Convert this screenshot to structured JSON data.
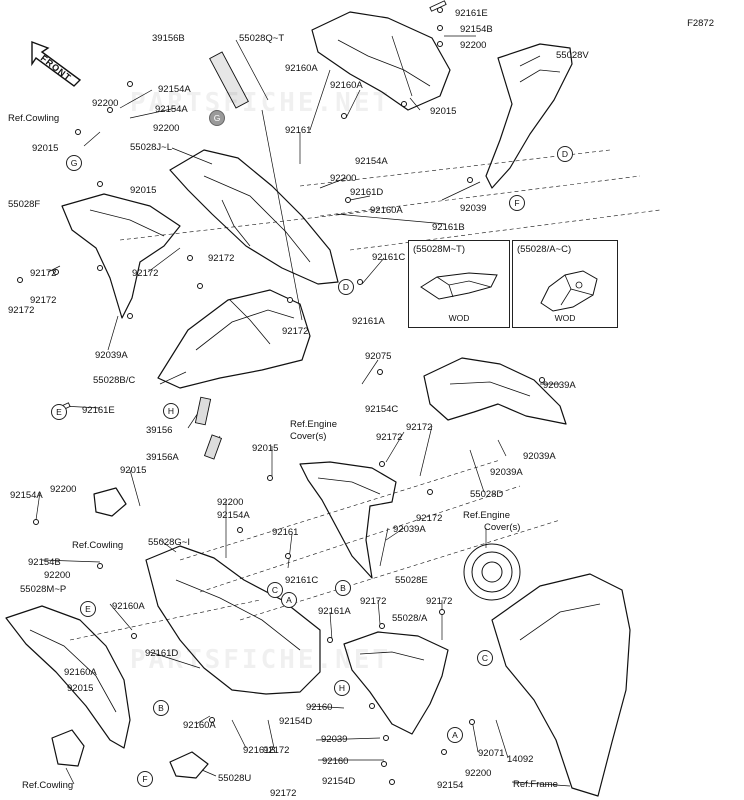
{
  "diagram_code": "F2872",
  "front_label": "FRONT",
  "watermarks": [
    "PARTSFICHE.NET",
    "PARTSFICHE.NET"
  ],
  "inset_boxes": [
    {
      "title": "(55028M~T)",
      "caption": "WOD"
    },
    {
      "title": "(55028/A~C)",
      "caption": "WOD"
    }
  ],
  "callouts": [
    "D",
    "F",
    "G",
    "G",
    "D",
    "H",
    "E",
    "C",
    "A",
    "B",
    "E",
    "B",
    "F",
    "C",
    "A",
    "H"
  ],
  "labels": [
    "92161E",
    "39156B",
    "55028Q~T",
    "92154B",
    "92200",
    "55028V",
    "92160A",
    "92160A",
    "92015",
    "92154A",
    "92200",
    "92154A",
    "Ref.Cowling",
    "92200",
    "92015",
    "92161",
    "55028J~L",
    "92200",
    "92154A",
    "92015",
    "92161D",
    "55028F",
    "92160A",
    "92039",
    "92161B",
    "92172",
    "92172",
    "92172",
    "92172",
    "92161C",
    "92172",
    "92161A",
    "92039A",
    "92172",
    "92075",
    "55028B/C",
    "92154C",
    "92161E",
    "39156",
    "Ref.Engine",
    "Cover(s)",
    "39156A",
    "92015",
    "92172",
    "92172",
    "92039A",
    "92015",
    "92154A",
    "92200",
    "92200",
    "92154A",
    "92039A",
    "92039A",
    "55028D",
    "92172",
    "92039A",
    "Ref.Cowling",
    "55028G~I",
    "92161",
    "Ref.Engine",
    "Cover(s)",
    "92154B",
    "92200",
    "55028M~P",
    "92161C",
    "55028E",
    "92160A",
    "92161A",
    "92172",
    "92172",
    "55028/A",
    "92161D",
    "92160A",
    "92015",
    "92160A",
    "92160",
    "92154D",
    "92039",
    "92160",
    "92154D",
    "92161B",
    "92172",
    "Ref.Cowling",
    "55028U",
    "92172",
    "92071",
    "14092",
    "92154",
    "92200",
    "Ref.Frame"
  ]
}
